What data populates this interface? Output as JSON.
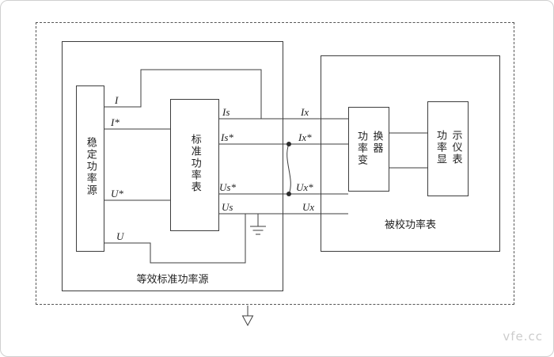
{
  "diagram": {
    "source_block": {
      "label": "等效标准功率源"
    },
    "stable_source": {
      "label": "稳定功率源"
    },
    "standard_meter": {
      "label": "标准功率表"
    },
    "dut_block": {
      "label": "被校功率表"
    },
    "converter": {
      "label": "功率变换器"
    },
    "display_meter": {
      "label": "功率显示仪表"
    },
    "terminals": {
      "i": "I",
      "i_star": "I*",
      "u_star": "U*",
      "u": "U",
      "is": "Is",
      "is_star": "Is*",
      "us_star": "Us*",
      "us": "Us",
      "ix": "Ix",
      "ix_star": "Ix*",
      "ux_star": "Ux*",
      "ux": "Ux"
    },
    "watermark": "vfe.cc",
    "colors": {
      "line": "#3d3d3d",
      "watermark": "#cccccc"
    }
  }
}
